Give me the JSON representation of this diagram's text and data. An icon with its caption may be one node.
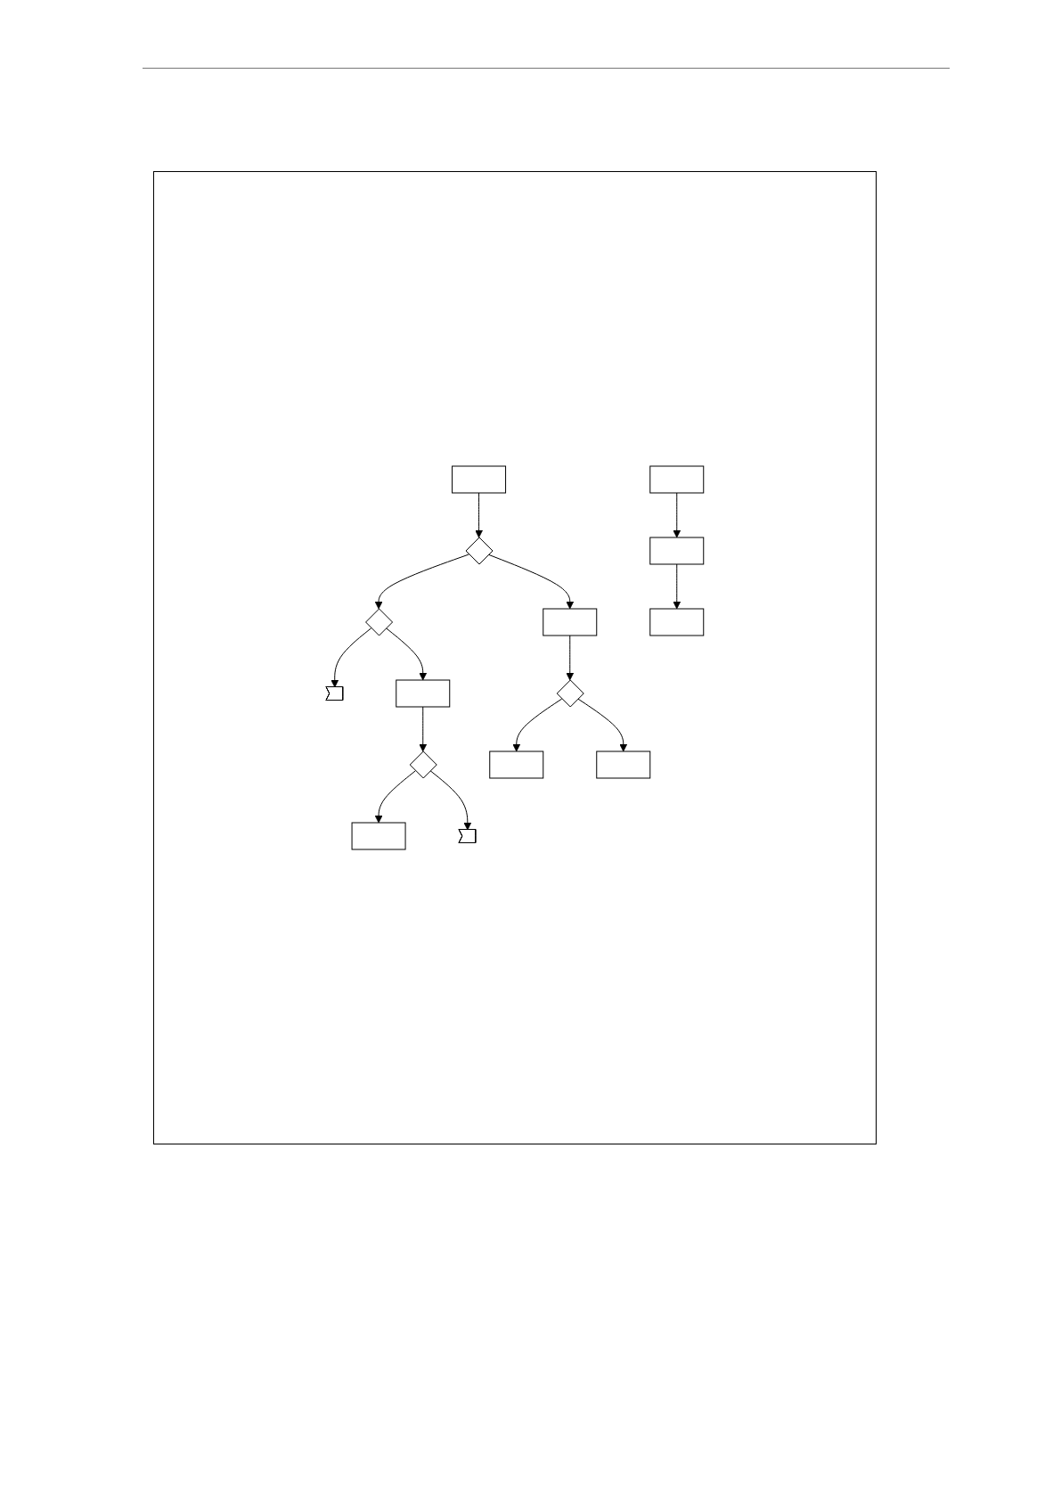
{
  "diagram": {
    "nodes": [
      {
        "text": [],
        "shape": "box"
      },
      {
        "text": [],
        "shape": "diamond"
      },
      {
        "text": [],
        "shape": "diamond"
      },
      {
        "text": [],
        "shape": "pentagon"
      },
      {
        "text": [],
        "shape": "box"
      },
      {
        "text": [],
        "shape": "box"
      },
      {
        "text": [],
        "shape": "diamond"
      },
      {
        "text": [],
        "shape": "box"
      },
      {
        "text": [],
        "shape": "diamond"
      },
      {
        "text": [],
        "shape": "box"
      },
      {
        "text": [],
        "shape": "box"
      },
      {
        "text": [],
        "shape": "pentagon"
      },
      {
        "text": [],
        "shape": "box"
      },
      {
        "text": [],
        "shape": "box"
      },
      {
        "text": [],
        "shape": "box"
      }
    ],
    "edges": [
      {
        "from": 0,
        "to": 1,
        "arrow": "to"
      },
      {
        "from": 1,
        "to": 2,
        "arrow": "to"
      },
      {
        "from": 2,
        "to": 3,
        "arrow": "to"
      },
      {
        "from": 1,
        "to": 4,
        "arrow": "to"
      },
      {
        "from": 2,
        "to": 5,
        "arrow": "to"
      },
      {
        "from": 4,
        "to": 8,
        "arrow": "to"
      },
      {
        "from": 5,
        "to": 6,
        "arrow": "to"
      },
      {
        "from": 6,
        "to": 7,
        "arrow": "to"
      },
      {
        "from": 8,
        "to": 9,
        "arrow": "to"
      },
      {
        "from": 8,
        "to": 10,
        "arrow": "to"
      },
      {
        "from": 6,
        "to": 11,
        "arrow": "to"
      },
      {
        "from": 12,
        "to": 13,
        "arrow": "to"
      },
      {
        "from": 13,
        "to": 14,
        "arrow": "to"
      }
    ]
  }
}
